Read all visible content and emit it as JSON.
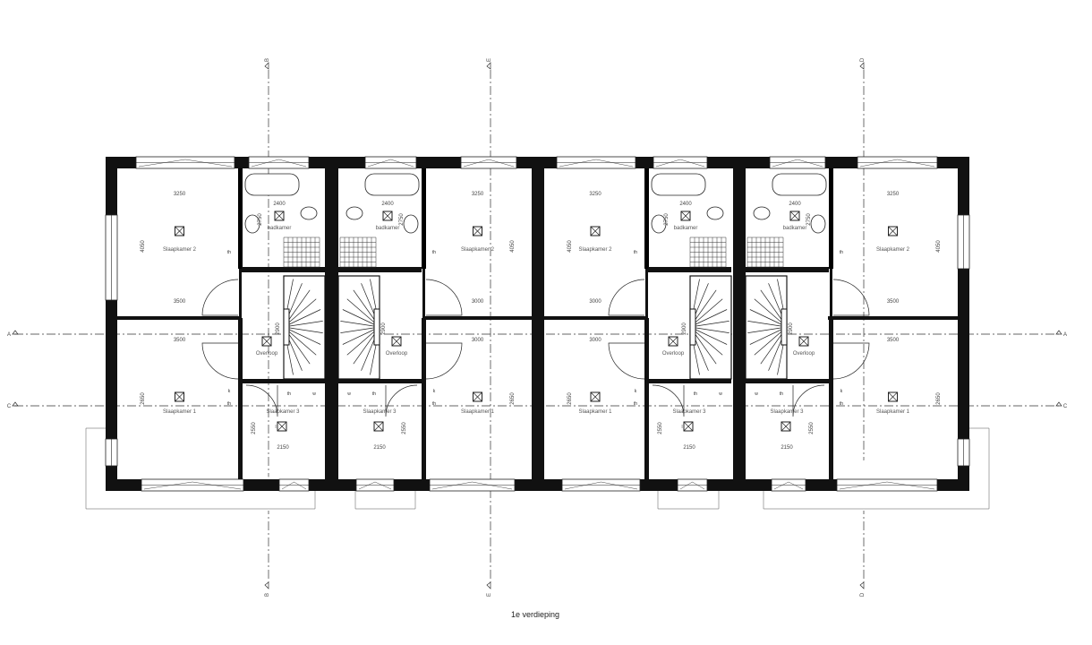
{
  "drawing": {
    "title": "1e verdieping"
  },
  "grid_axes": {
    "vertical": [
      "B",
      "E",
      "D"
    ],
    "horizontal": [
      "A",
      "C"
    ]
  },
  "fixture_labels": {
    "thermostat": "th",
    "switch": "k",
    "ventilation": "w",
    "light": "l"
  },
  "units": [
    {
      "bedroom2": {
        "label": "Slaapkamer 2",
        "width": "3250",
        "depth": "4050",
        "bottom": "3500"
      },
      "bathroom": {
        "label": "badkamer",
        "width": "2400",
        "depth": "2750"
      },
      "landing": {
        "label": "Overloop",
        "depth": "2900"
      },
      "bedroom1": {
        "label": "Slaapkamer 1",
        "width": "3500",
        "depth": "2650"
      },
      "bedroom3": {
        "label": "Slaapkamer 3",
        "width": "2150",
        "depth": "2550"
      }
    },
    {
      "bedroom2": {
        "label": "Slaapkamer 2",
        "width": "3250",
        "depth": "4050",
        "bottom": "3000"
      },
      "bathroom": {
        "label": "badkamer",
        "width": "2400",
        "depth": "2750"
      },
      "landing": {
        "label": "Overloop",
        "depth": "2900"
      },
      "bedroom1": {
        "label": "Slaapkamer 1",
        "width": "3000",
        "depth": "2650"
      },
      "bedroom3": {
        "label": "Slaapkamer 3",
        "width": "2150",
        "depth": "2550"
      }
    },
    {
      "bedroom2": {
        "label": "Slaapkamer 2",
        "width": "3250",
        "depth": "4050",
        "bottom": "3000"
      },
      "bathroom": {
        "label": "badkamer",
        "width": "2400",
        "depth": "2750"
      },
      "landing": {
        "label": "Overloop",
        "depth": "2900"
      },
      "bedroom1": {
        "label": "Slaapkamer 1",
        "width": "3000",
        "depth": "2650"
      },
      "bedroom3": {
        "label": "Slaapkamer 3",
        "width": "2150",
        "depth": "2550"
      }
    },
    {
      "bedroom2": {
        "label": "Slaapkamer 2",
        "width": "3250",
        "depth": "4050",
        "bottom": "3500"
      },
      "bathroom": {
        "label": "badkamer",
        "width": "2400",
        "depth": "2750"
      },
      "landing": {
        "label": "Overloop",
        "depth": "2900"
      },
      "bedroom1": {
        "label": "Slaapkamer 1",
        "width": "3500",
        "depth": "2650"
      },
      "bedroom3": {
        "label": "Slaapkamer 3",
        "width": "2150",
        "depth": "2550"
      }
    }
  ]
}
